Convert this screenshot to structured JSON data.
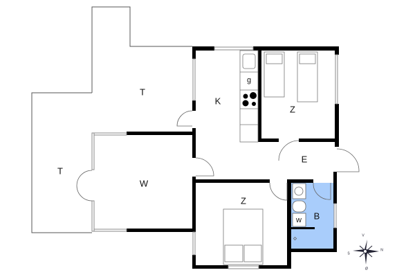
{
  "floorplan": {
    "rooms": {
      "terrace_top": "T",
      "terrace_left": "T",
      "living": "W",
      "kitchen": "K",
      "bedroom_top": "Z",
      "entrance": "E",
      "bedroom_bottom": "Z",
      "bathroom": "B",
      "kitchen_fixture": "g",
      "washer": "w"
    },
    "compass": {
      "north": "N",
      "south": "S",
      "west": "V",
      "east": "Ø"
    },
    "colors": {
      "wall": "#000000",
      "bathroom_fill": "#a9cdfb",
      "window": "#bbbbbb"
    }
  }
}
